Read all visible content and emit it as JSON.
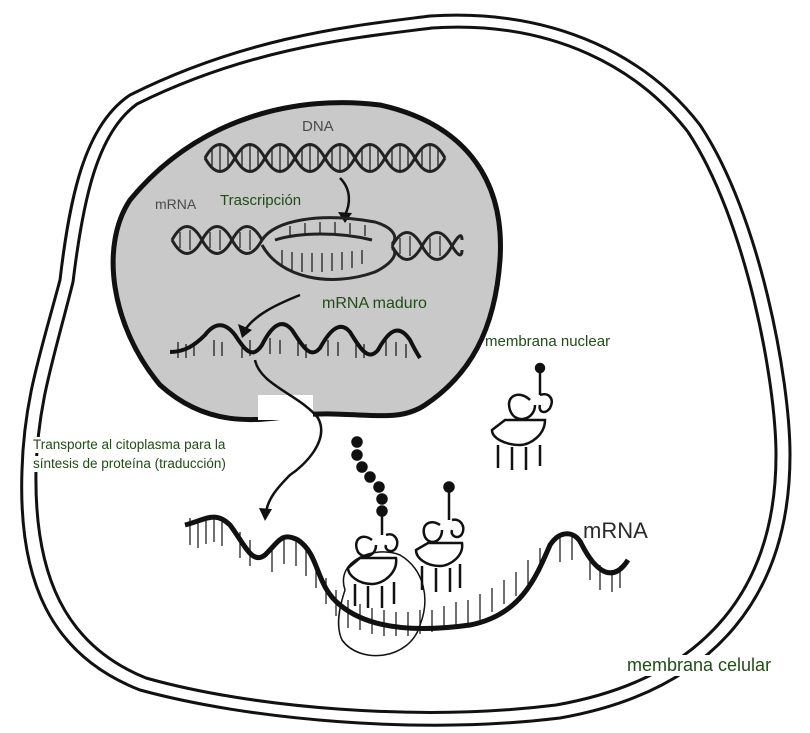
{
  "labels": {
    "dna": "DNA",
    "mrna_small": "mRNA",
    "trascripcion": "Trascripción",
    "mrna_maduro": "mRNA maduro",
    "membrana_nuclear": "membrana nuclear",
    "transporte_line1": "Transporte al citoplasma para la",
    "transporte_line2": "síntesis de proteína (traducción)",
    "mrna_large": "mRNA",
    "membrana_celular": "membrana celular"
  },
  "colors": {
    "label_green": "#1f4d14",
    "nucleus_fill": "#c9c9c9",
    "outline": "#111111"
  }
}
